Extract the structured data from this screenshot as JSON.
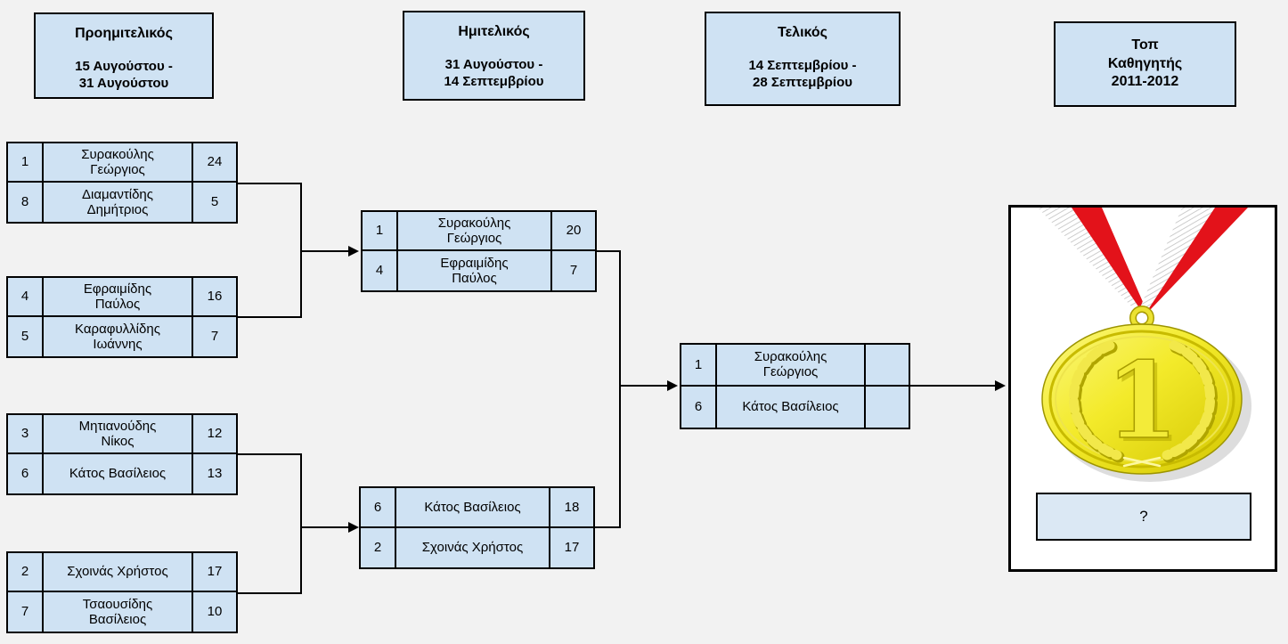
{
  "stages": [
    {
      "title": "Προημιτελικός",
      "dates": "15 Αυγούστου -\n31 Αυγούστου"
    },
    {
      "title": "Ημιτελικός",
      "dates": "31 Αυγούστου -\n14 Σεπτεμβρίου"
    },
    {
      "title": "Τελικός",
      "dates": "14 Σεπτεμβρίου -\n28 Σεπτεμβρίου"
    },
    {
      "title": "Τοπ\nΚαθηγητής\n2011-2012"
    }
  ],
  "bracket": {
    "quarterfinals": [
      {
        "top": {
          "seed": "1",
          "name": "Συρακούλης\nΓεώργιος",
          "score": "24"
        },
        "bottom": {
          "seed": "8",
          "name": "Διαμαντίδης\nΔημήτριος",
          "score": "5"
        }
      },
      {
        "top": {
          "seed": "4",
          "name": "Εφραιμίδης\nΠαύλος",
          "score": "16"
        },
        "bottom": {
          "seed": "5",
          "name": "Καραφυλλίδης\nΙωάννης",
          "score": "7"
        }
      },
      {
        "top": {
          "seed": "3",
          "name": "Μητιανούδης\nΝίκος",
          "score": "12"
        },
        "bottom": {
          "seed": "6",
          "name": "Κάτος Βασίλειος",
          "score": "13"
        }
      },
      {
        "top": {
          "seed": "2",
          "name": "Σχοινάς Χρήστος",
          "score": "17"
        },
        "bottom": {
          "seed": "7",
          "name": "Τσαουσίδης\nΒασίλειος",
          "score": "10"
        }
      }
    ],
    "semifinals": [
      {
        "top": {
          "seed": "1",
          "name": "Συρακούλης\nΓεώργιος",
          "score": "20"
        },
        "bottom": {
          "seed": "4",
          "name": "Εφραιμίδης\nΠαύλος",
          "score": "7"
        }
      },
      {
        "top": {
          "seed": "6",
          "name": "Κάτος Βασίλειος",
          "score": "18"
        },
        "bottom": {
          "seed": "2",
          "name": "Σχοινάς Χρήστος",
          "score": "17"
        }
      }
    ],
    "final": {
      "top": {
        "seed": "1",
        "name": "Συρακούλης\nΓεώργιος",
        "score": ""
      },
      "bottom": {
        "seed": "6",
        "name": "Κάτος Βασίλειος",
        "score": ""
      }
    }
  },
  "winner": {
    "medal_icon": "gold-medal-first-place",
    "medal_number": "1",
    "placeholder": "?"
  },
  "colors": {
    "background": "#f2f2f2",
    "box_fill": "#cfe2f3",
    "border": "#000000",
    "panel_fill": "#ffffff",
    "ribbon_red": "#e3121a",
    "ribbon_white": "#ffffff",
    "medal_gold": "#f3ea2a",
    "medal_gold_dark": "#c9bd00"
  }
}
